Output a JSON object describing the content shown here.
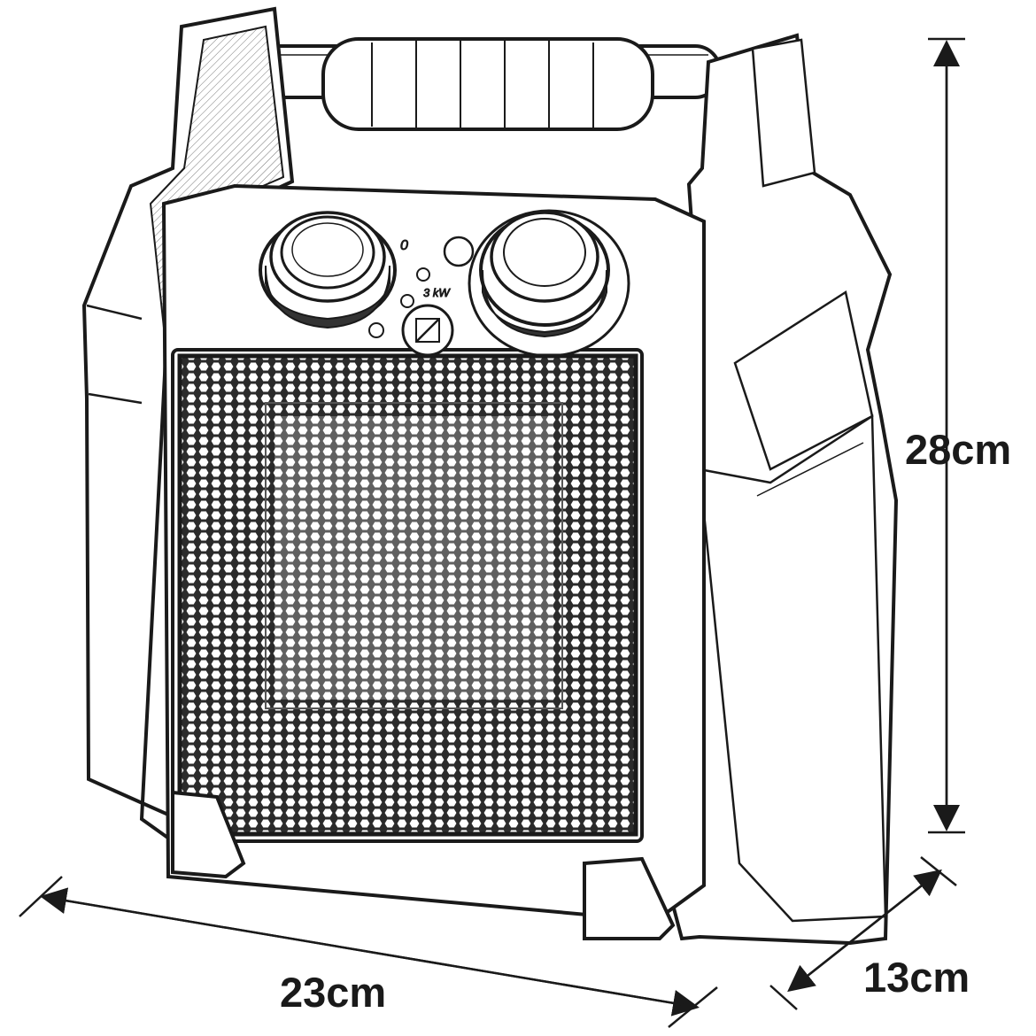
{
  "dimensions": {
    "height": "28cm",
    "width": "23cm",
    "depth": "13cm"
  },
  "control_panel": {
    "off_marker": "0",
    "power_label": "3 kW"
  },
  "icons": [
    "heater-body",
    "carry-handle",
    "temperature-knob",
    "mode-knob",
    "safety-symbol-icon",
    "dimension-arrow"
  ],
  "colors": {
    "line": "#1a1a1a",
    "background": "#ffffff",
    "grille": "#2b2b2b"
  }
}
